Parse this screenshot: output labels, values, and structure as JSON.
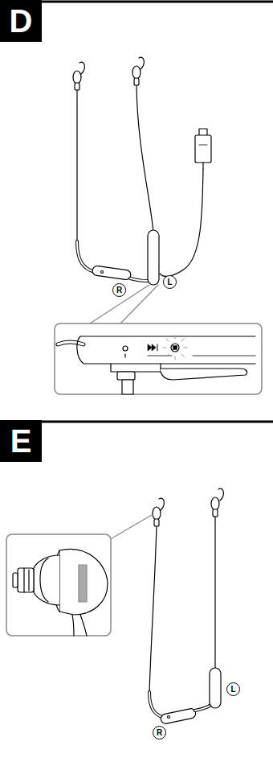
{
  "diagram": {
    "nodes": [
      {
        "text": [
          "D"
        ]
      },
      {
        "text": [
          "R"
        ]
      },
      {
        "text": [
          "L"
        ]
      },
      {
        "text": [
          "E"
        ]
      },
      {
        "text": [
          "R"
        ]
      },
      {
        "text": [
          "L"
        ]
      }
    ]
  }
}
